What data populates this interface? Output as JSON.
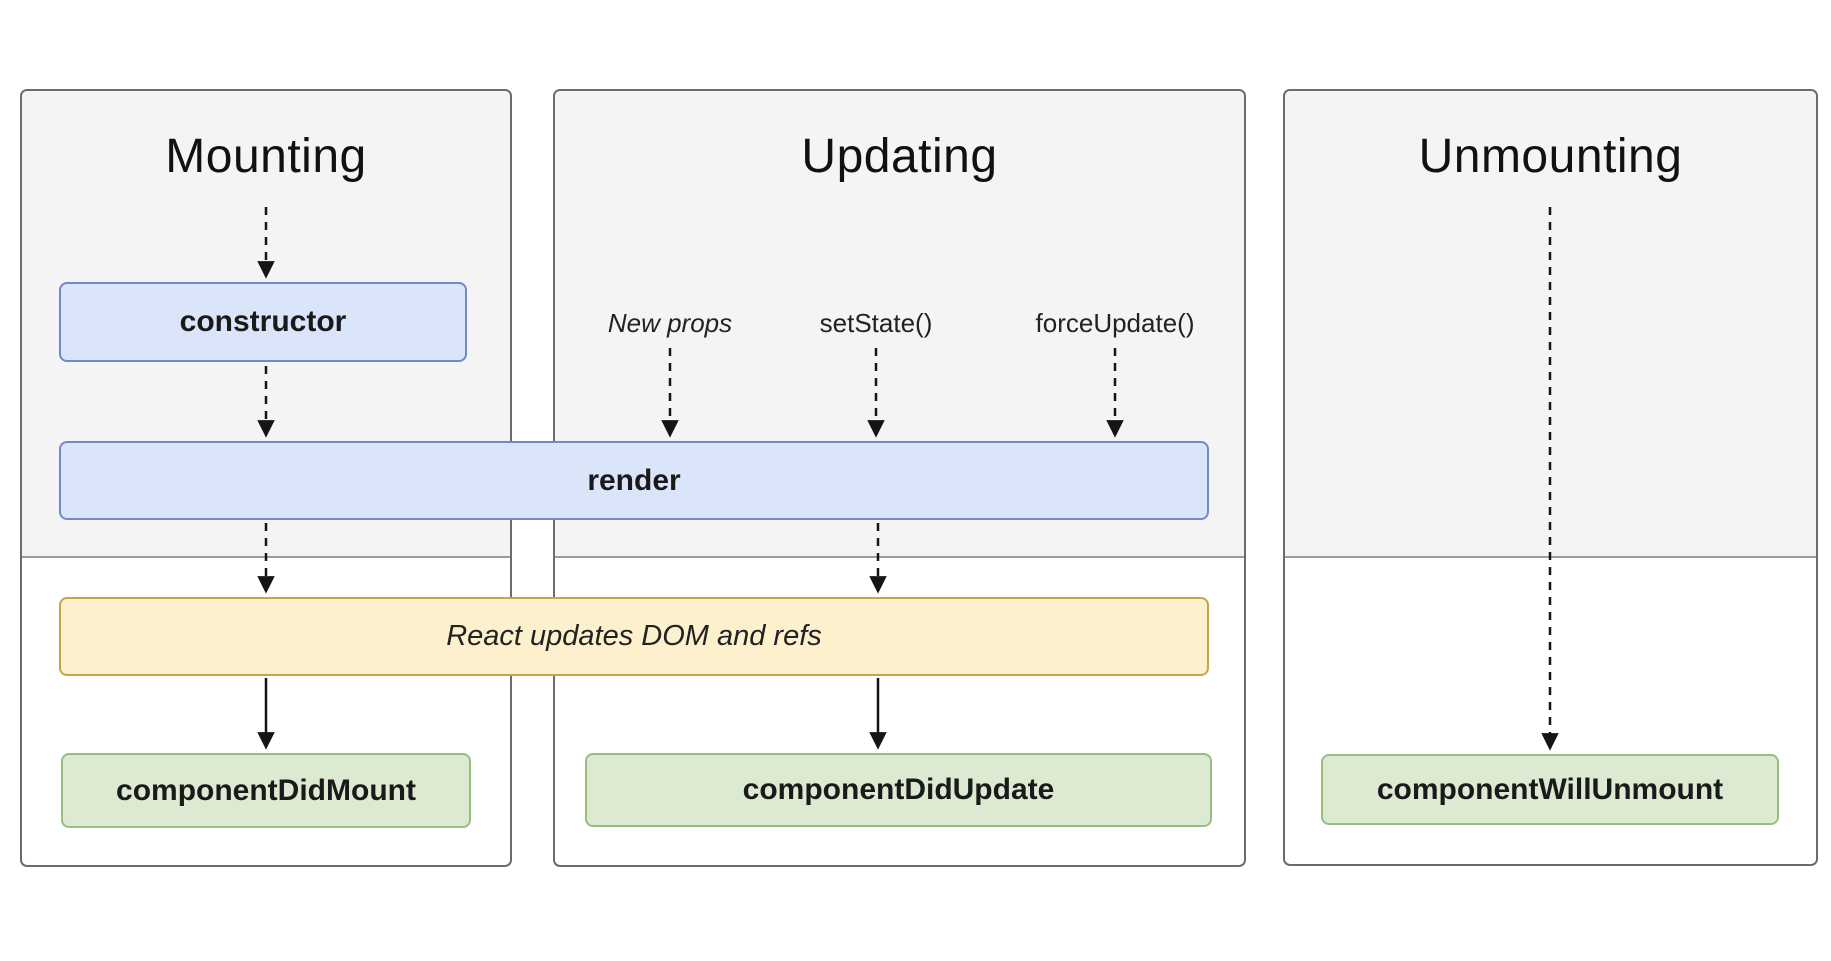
{
  "columns": [
    {
      "title": "Mounting"
    },
    {
      "title": "Updating"
    },
    {
      "title": "Unmounting"
    }
  ],
  "updating_triggers": [
    {
      "label": "New props"
    },
    {
      "label": "setState()"
    },
    {
      "label": "forceUpdate()"
    }
  ],
  "boxes": {
    "constructor": {
      "label": "constructor"
    },
    "render": {
      "label": "render"
    },
    "react_updates_dom": {
      "label": "React updates DOM and refs"
    },
    "component_did_mount": {
      "label": "componentDidMount"
    },
    "component_did_update": {
      "label": "componentDidUpdate"
    },
    "component_will_unmount": {
      "label": "componentWillUnmount"
    }
  },
  "colors": {
    "lifecycle_box_fill": "#dbe5f9",
    "lifecycle_box_border": "#7388c9",
    "commit_box_fill": "#dcead2",
    "commit_box_border": "#97bf7f",
    "side_effect_box_fill": "#fcf0cd",
    "side_effect_box_border": "#c7a34e",
    "render_phase_background": "#f4f4f4",
    "panel_border": "#6b6b6b",
    "phase_divider_line": "#9c9c9c",
    "arrow": "#151515",
    "page_background": "#ffffff"
  }
}
